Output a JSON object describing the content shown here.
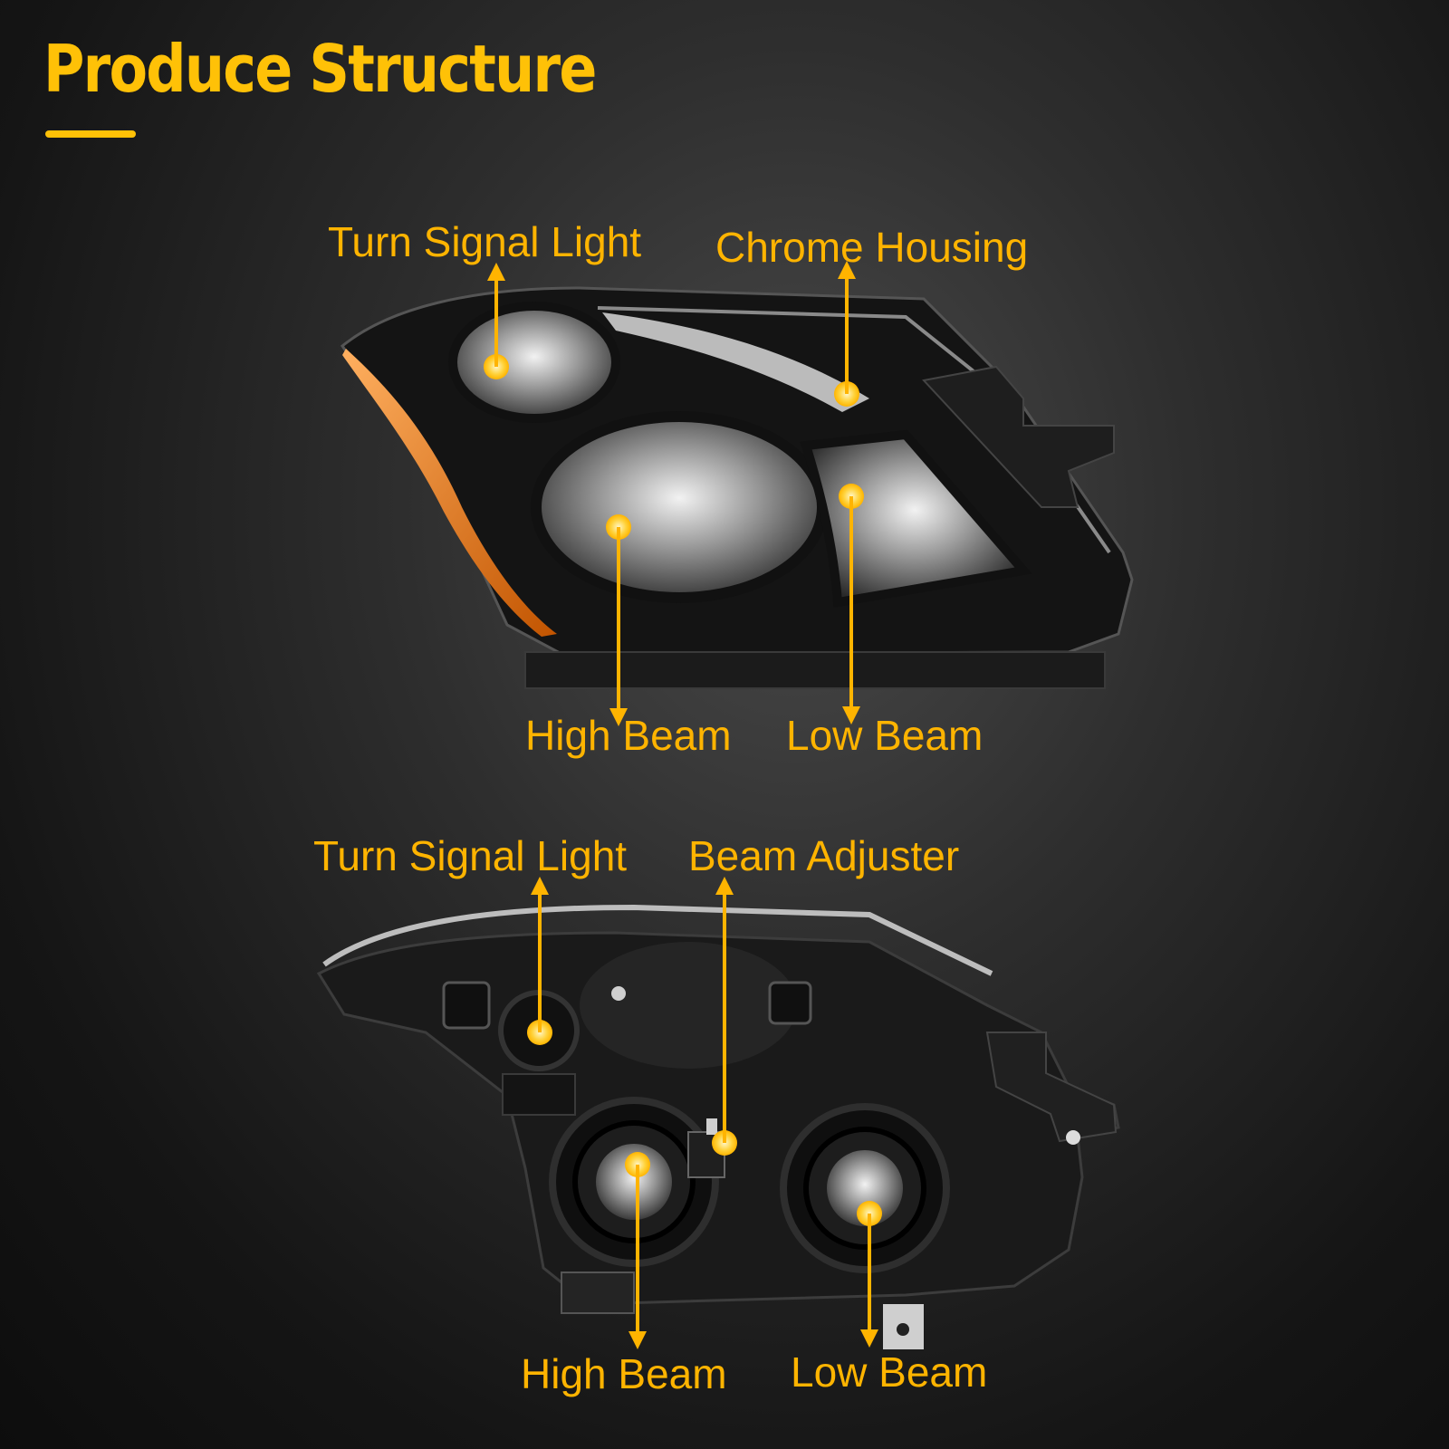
{
  "title": "Produce Structure",
  "colors": {
    "accent": "#ffb400",
    "background": "#1a1a1a"
  },
  "front_view": {
    "labels": {
      "turn_signal": "Turn Signal Light",
      "chrome_housing": "Chrome Housing",
      "high_beam": "High Beam",
      "low_beam": "Low Beam"
    }
  },
  "back_view": {
    "labels": {
      "turn_signal": "Turn Signal Light",
      "beam_adjuster": "Beam Adjuster",
      "high_beam": "High Beam",
      "low_beam": "Low Beam"
    }
  }
}
